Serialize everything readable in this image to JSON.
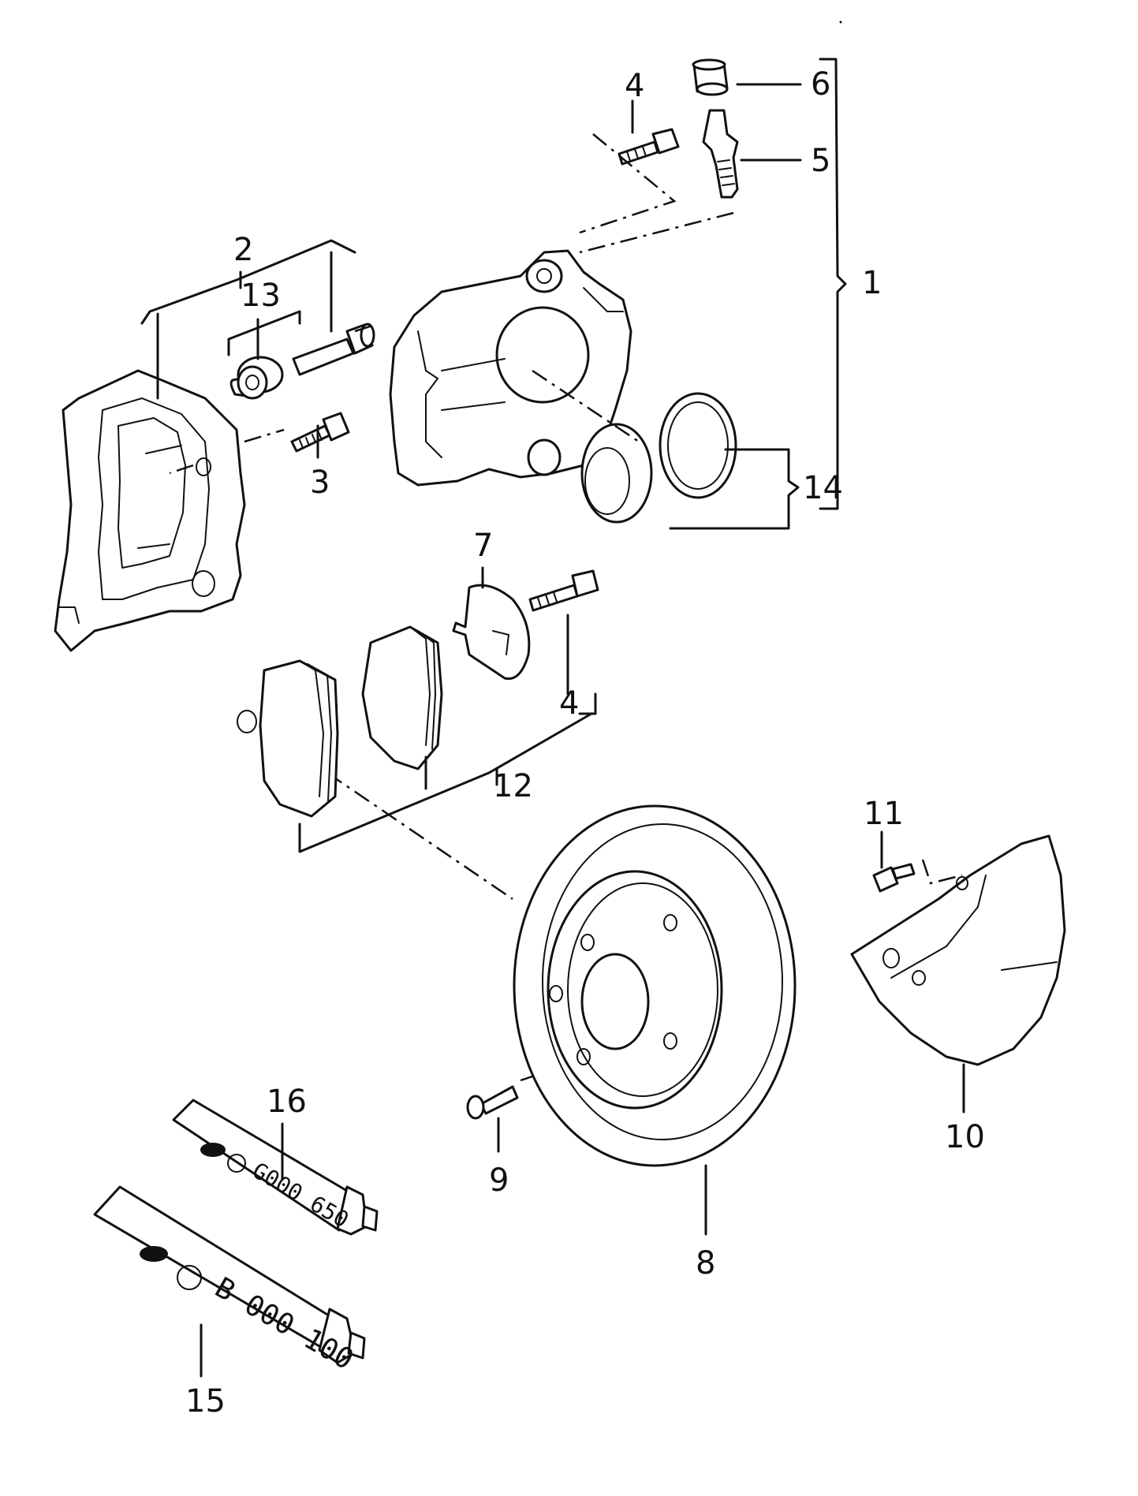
{
  "callouts": {
    "n1": "1",
    "n2": "2",
    "n3": "3",
    "n4a": "4",
    "n4b": "4",
    "n5": "5",
    "n6": "6",
    "n7": "7",
    "n8": "8",
    "n9": "9",
    "n10": "10",
    "n11": "11",
    "n12": "12",
    "n13": "13",
    "n14": "14",
    "n15": "15",
    "n16": "16"
  },
  "tubes": {
    "small_code": "G000 650",
    "large_code": "B 000 100"
  }
}
